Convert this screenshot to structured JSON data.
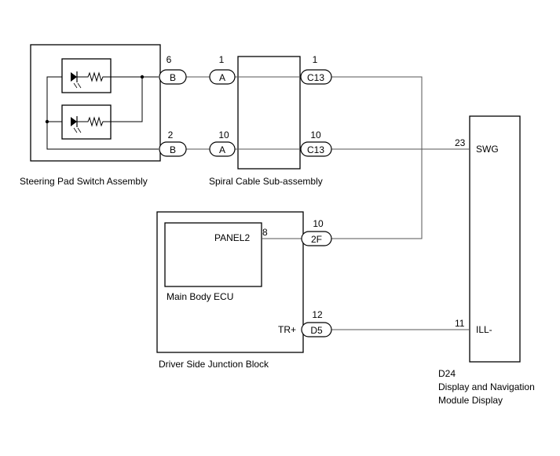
{
  "components": {
    "steering_pad": "Steering Pad Switch Assembly",
    "spiral_cable": "Spiral Cable Sub-assembly",
    "junction_block": "Driver Side Junction Block",
    "main_body_ecu": "Main Body ECU",
    "display_module": {
      "code": "D24",
      "line1": "Display and Navigation",
      "line2": "Module Display"
    }
  },
  "terminals": {
    "panel2": "PANEL2",
    "tr_plus": "TR+",
    "swg": "SWG",
    "ill_minus": "ILL-"
  },
  "connectors": [
    {
      "id": "c1",
      "label": "B",
      "pin": "6"
    },
    {
      "id": "c2",
      "label": "A",
      "pin": "1"
    },
    {
      "id": "c3",
      "label": "C13",
      "pin": "1"
    },
    {
      "id": "c4",
      "label": "B",
      "pin": "2"
    },
    {
      "id": "c5",
      "label": "A",
      "pin": "10"
    },
    {
      "id": "c6",
      "label": "C13",
      "pin": "10"
    },
    {
      "id": "c7",
      "label": "2F",
      "pin": "10"
    },
    {
      "id": "c8",
      "label": "D5",
      "pin": "12"
    }
  ],
  "pins": {
    "panel2_pin": "8",
    "swg_pin": "23",
    "ill_pin": "11"
  }
}
